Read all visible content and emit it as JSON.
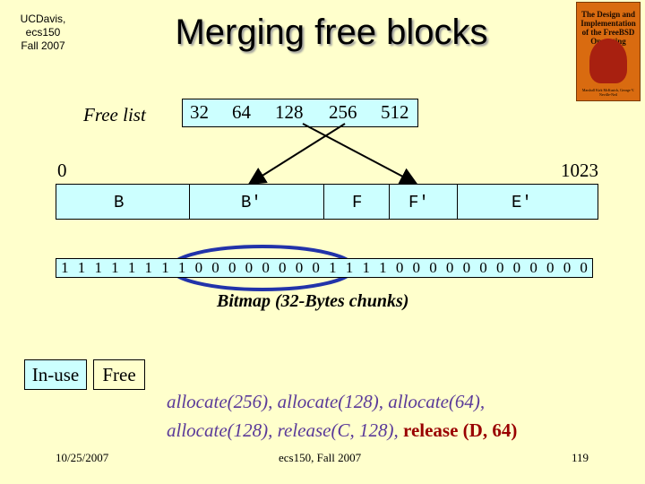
{
  "header": {
    "course_line1": "UCDavis, ecs150",
    "course_line2": "Fall 2007",
    "title": "Merging free blocks"
  },
  "book_cover": {
    "title": "The Design and Implementation of the FreeBSD Operating System",
    "authors": "Marshall Kirk McKusick, George V. Neville-Neil"
  },
  "free_list": {
    "label": "Free list",
    "sizes": [
      "32",
      "64",
      "128",
      "256",
      "512"
    ]
  },
  "memory": {
    "start_address": "0",
    "end_address": "1023",
    "segments": [
      "B",
      "B'",
      "F",
      "F'",
      "E'"
    ]
  },
  "bitmap": {
    "bits": [
      "1",
      "1",
      "1",
      "1",
      "1",
      "1",
      "1",
      "1",
      "0",
      "0",
      "0",
      "0",
      "0",
      "0",
      "0",
      "0",
      "1",
      "1",
      "1",
      "1",
      "0",
      "0",
      "0",
      "0",
      "0",
      "0",
      "0",
      "0",
      "0",
      "0",
      "0",
      "0"
    ],
    "caption": "Bitmap (32-Bytes chunks)"
  },
  "legend": {
    "in_use": "In-use",
    "free": "Free"
  },
  "operations": {
    "line1": "allocate(256), allocate(128), allocate(64),",
    "line2_prefix": "allocate(128), release(C, 128),",
    "line2_highlight": "release (D, 64)"
  },
  "footer": {
    "date": "10/25/2007",
    "course": "ecs150, Fall 2007",
    "page": "119"
  },
  "colors": {
    "background": "#ffffcc",
    "cell_fill": "#ccffff",
    "ellipse": "#2233aa",
    "ops_text": "#5a3a99",
    "ops_highlight": "#990000"
  }
}
